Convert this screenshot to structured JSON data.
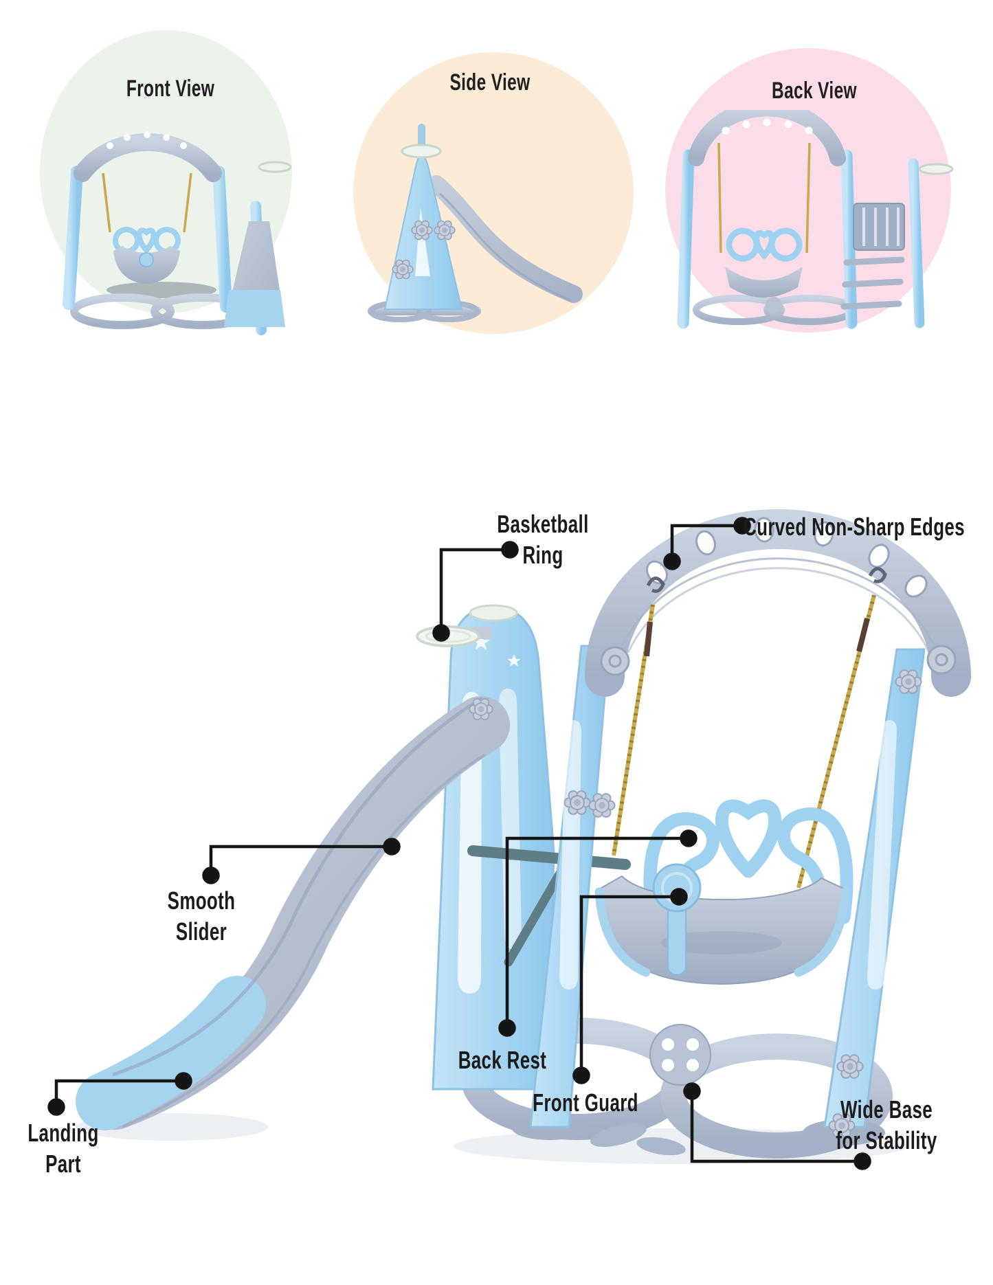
{
  "header_views": {
    "front": {
      "label": "Front View"
    },
    "side": {
      "label": "Side View"
    },
    "back": {
      "label": "Back View"
    }
  },
  "annotations": {
    "basketball_ring": {
      "line1": "Basketball",
      "line2": "Ring"
    },
    "curved_edges": {
      "line1": "Curved Non-Sharp Edges"
    },
    "smooth_slider": {
      "line1": "Smooth",
      "line2": "Slider"
    },
    "back_rest": {
      "line1": "Back Rest"
    },
    "front_guard": {
      "line1": "Front Guard"
    },
    "landing_part": {
      "line1": "Landing",
      "line2": "Part"
    },
    "wide_base": {
      "line1": "Wide Base",
      "line2": "for Stability"
    }
  },
  "colors": {
    "front_circle": "#ecf3ea",
    "side_circle": "#fcecd7",
    "back_circle": "#fadde8",
    "plastic_blue": "#a6d4ef",
    "plastic_gray": "#b7c2d4",
    "slide_gray": "#b3bfd2",
    "rope_yellow": "#c9a94b",
    "callout_black": "#151515",
    "label_text": "#1b1b1b"
  }
}
